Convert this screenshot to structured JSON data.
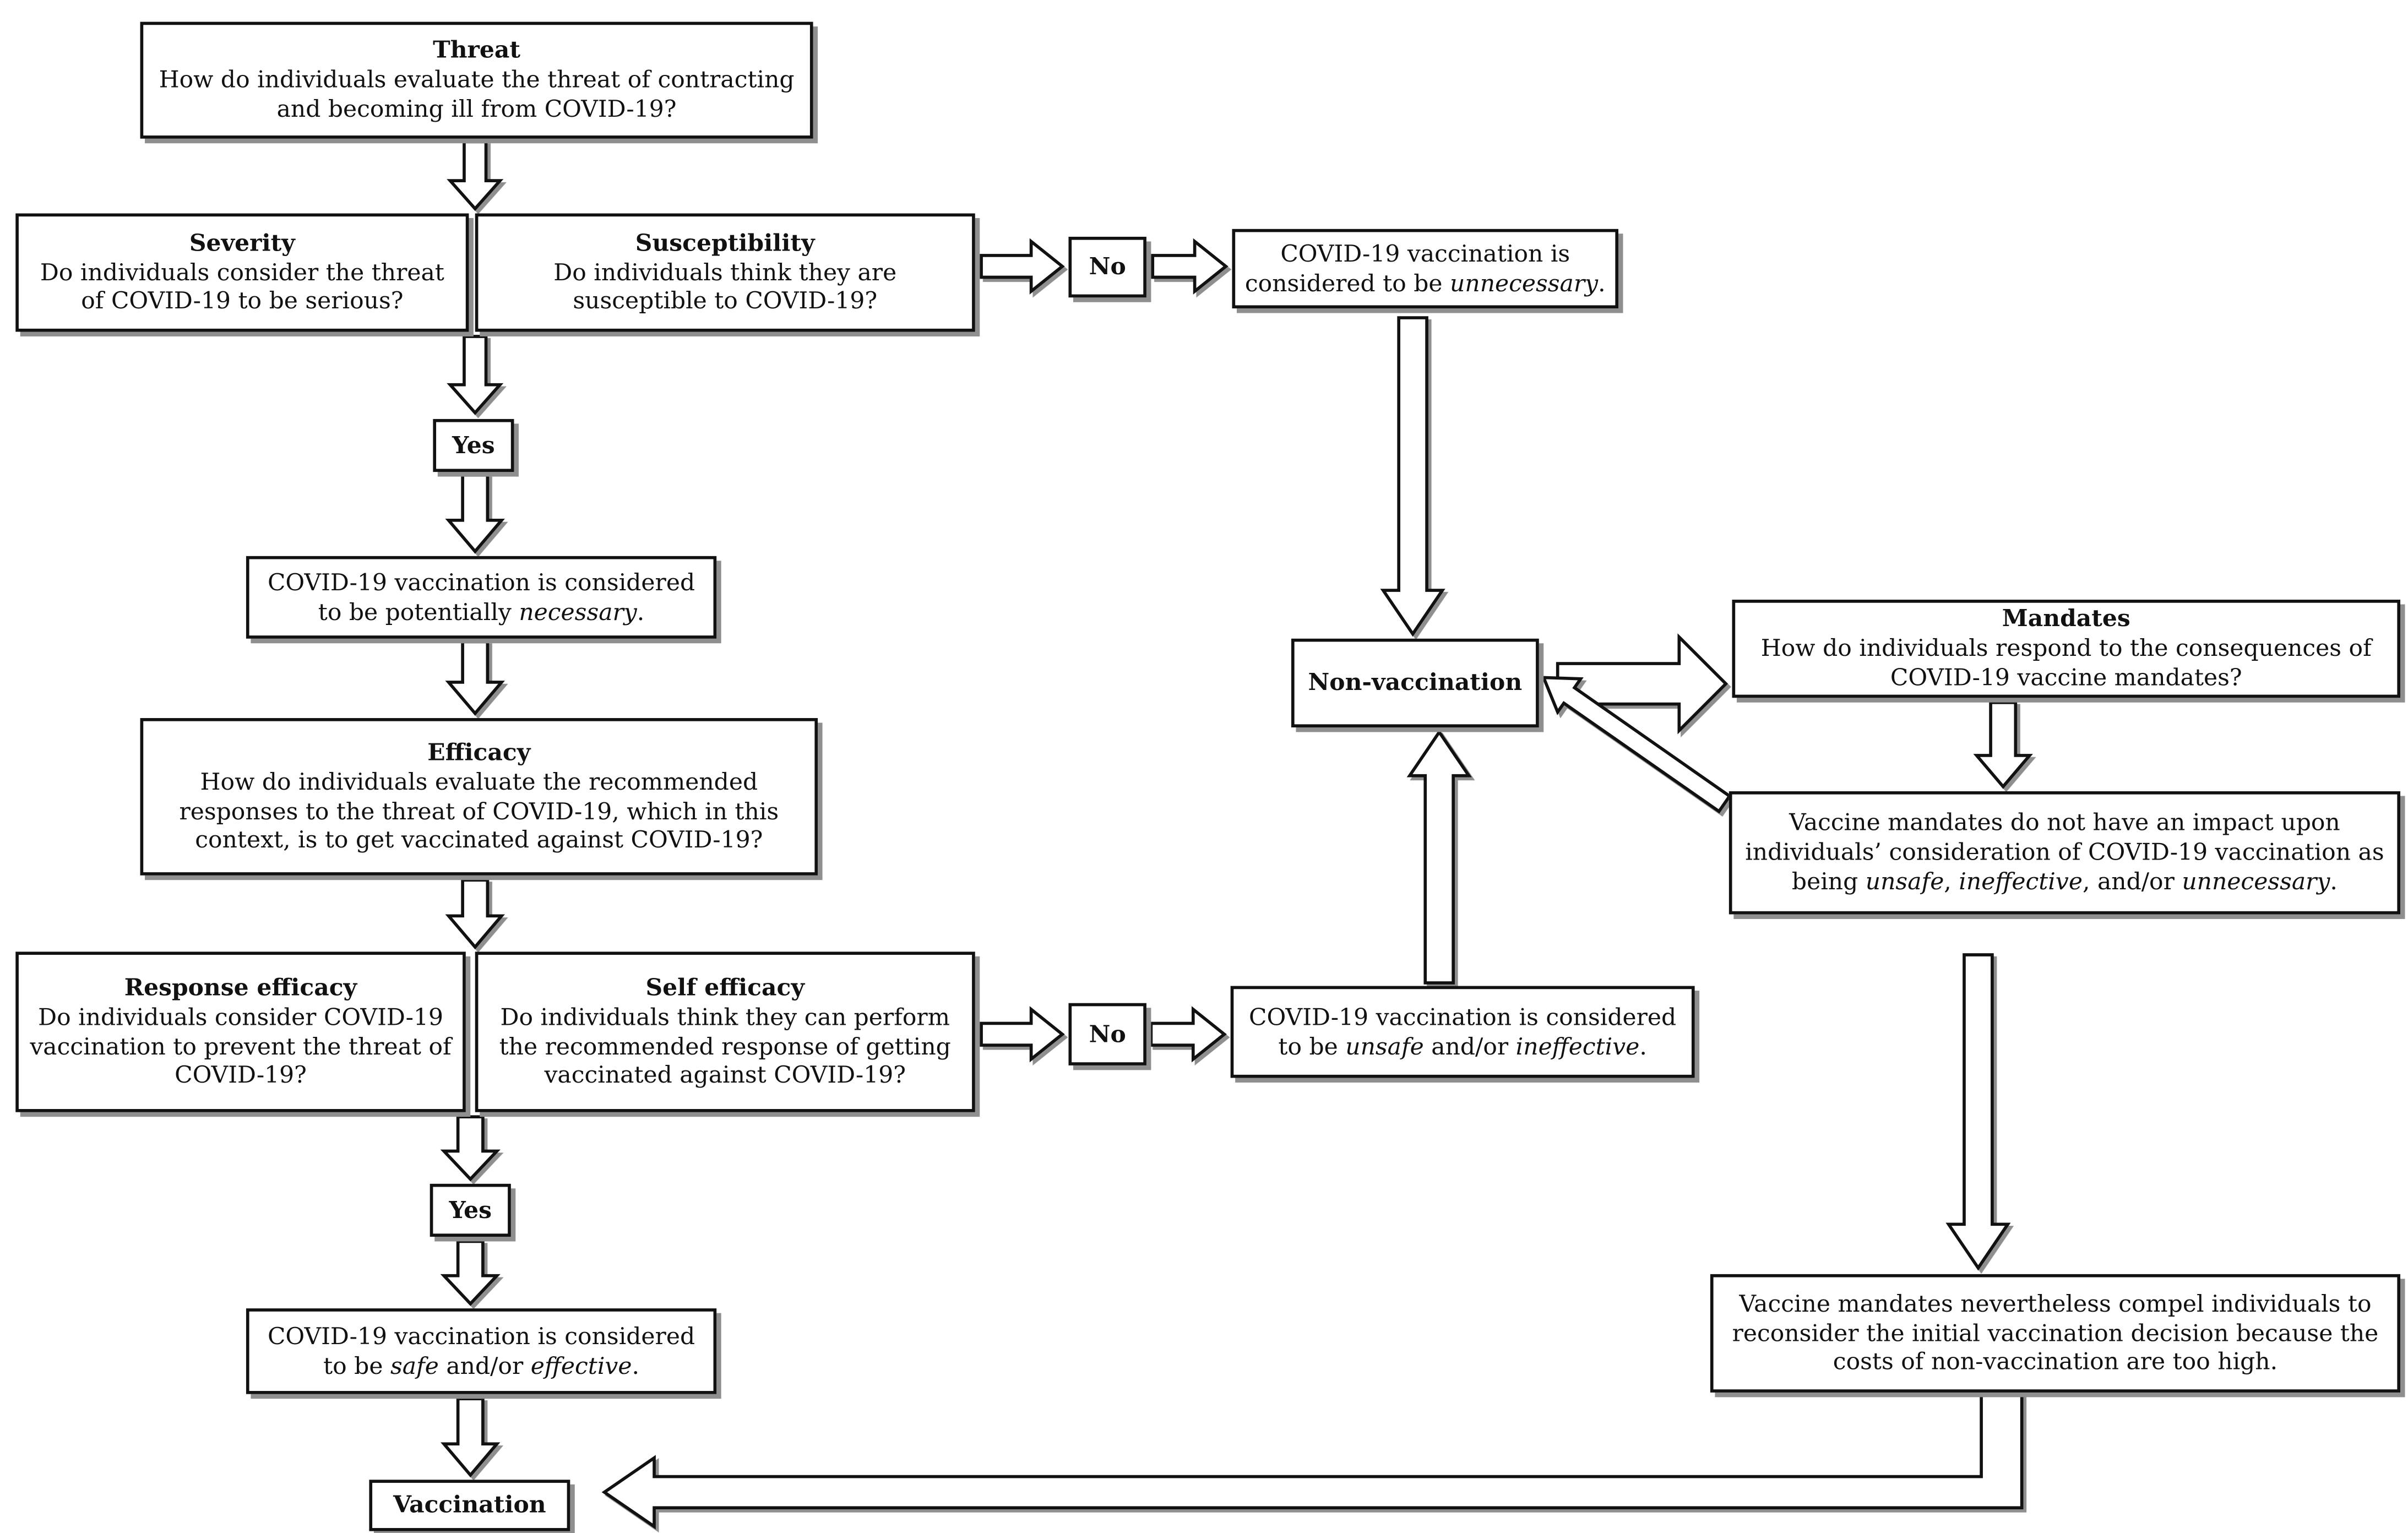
{
  "figure": {
    "colors": {
      "ink": "#111111",
      "box_fill": "#ffffff",
      "shadow": "#8f8f8f",
      "background": "#ffffff"
    }
  },
  "nodes": {
    "threat": {
      "title": "Threat",
      "body": [
        {
          "t": "How do individuals evaluate the threat of contracting and becoming ill from COVID-19?"
        }
      ]
    },
    "severity": {
      "title": "Severity",
      "body": [
        {
          "t": "Do individuals consider the threat of COVID-19 to be serious?"
        }
      ]
    },
    "susceptibility": {
      "title": "Susceptibility",
      "body": [
        {
          "t": "Do individuals think they are susceptible to COVID-19?"
        }
      ]
    },
    "no1": {
      "title": "No"
    },
    "unnecessary": {
      "body": [
        {
          "t": "COVID-19 vaccination is considered to be "
        },
        {
          "t": "unnecessary",
          "i": true
        },
        {
          "t": "."
        }
      ]
    },
    "yes1": {
      "title": "Yes"
    },
    "potentially_necessary": {
      "body": [
        {
          "t": "COVID-19 vaccination is considered to be potentially "
        },
        {
          "t": "necessary",
          "i": true
        },
        {
          "t": "."
        }
      ]
    },
    "efficacy": {
      "title": "Efficacy",
      "body": [
        {
          "t": "How do individuals evaluate the recommended responses to the threat of COVID-19, which in this context, is to get vaccinated against COVID-19?"
        }
      ]
    },
    "response_efficacy": {
      "title": "Response efficacy",
      "body": [
        {
          "t": "Do individuals consider COVID-19 vaccination to prevent the threat of COVID-19?"
        }
      ]
    },
    "self_efficacy": {
      "title": "Self efficacy",
      "body": [
        {
          "t": "Do individuals think they can perform the recommended response of getting vaccinated against COVID-19?"
        }
      ]
    },
    "no2": {
      "title": "No"
    },
    "unsafe_ineffective": {
      "body": [
        {
          "t": "COVID-19 vaccination is considered to be "
        },
        {
          "t": "unsafe",
          "i": true
        },
        {
          "t": " and/or "
        },
        {
          "t": "ineffective",
          "i": true
        },
        {
          "t": "."
        }
      ]
    },
    "yes2": {
      "title": "Yes"
    },
    "safe_effective": {
      "body": [
        {
          "t": "COVID-19 vaccination is considered to be "
        },
        {
          "t": "safe",
          "i": true
        },
        {
          "t": " and/or "
        },
        {
          "t": "effective",
          "i": true
        },
        {
          "t": "."
        }
      ]
    },
    "vaccination": {
      "title": "Vaccination"
    },
    "non_vaccination": {
      "title": "Non-vaccination"
    },
    "mandates": {
      "title": "Mandates",
      "body": [
        {
          "t": "How do individuals respond to the consequences of COVID-19 vaccine mandates?"
        }
      ]
    },
    "impact": {
      "body": [
        {
          "t": "Vaccine mandates do not have an impact upon individuals’ consideration of COVID-19 vaccination as being "
        },
        {
          "t": "unsafe",
          "i": true
        },
        {
          "t": ", "
        },
        {
          "t": "ineffective",
          "i": true
        },
        {
          "t": ", and/or "
        },
        {
          "t": "unnecessary",
          "i": true
        },
        {
          "t": "."
        }
      ]
    },
    "compel": {
      "body": [
        {
          "t": "Vaccine mandates nevertheless compel individuals to reconsider the initial vaccination decision because the costs of non-vaccination are too high."
        }
      ]
    }
  }
}
